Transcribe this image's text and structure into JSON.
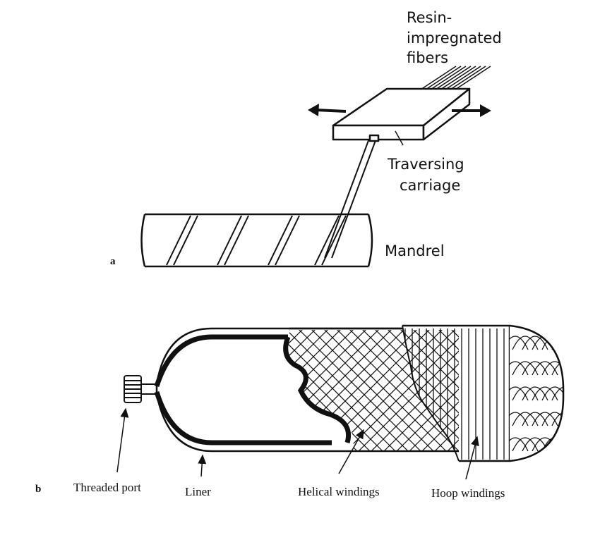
{
  "panel_a": {
    "letter": "a",
    "labels": {
      "resin_line1": "Resin-",
      "resin_line2": "impregnated",
      "resin_line3": "fibers",
      "carriage_line1": "Traversing",
      "carriage_line2": "carriage",
      "mandrel": "Mandrel"
    }
  },
  "panel_b": {
    "letter": "b",
    "labels": {
      "threaded_port": "Threaded port",
      "liner": "Liner",
      "helical": "Helical windings",
      "hoop": "Hoop windings"
    }
  },
  "colors": {
    "ink": "#111111",
    "paper": "#ffffff"
  }
}
